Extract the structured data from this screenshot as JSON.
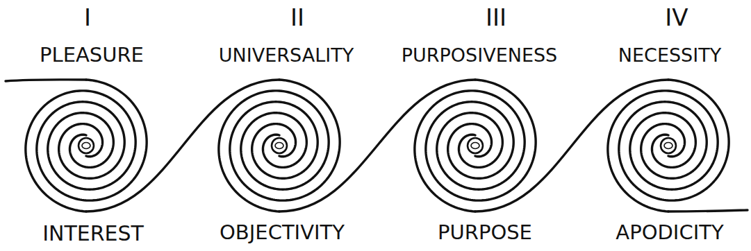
{
  "diagram": {
    "labels": [
      "I",
      "II",
      "III",
      "IV",
      "PLEASURE",
      "UNIVERSALITY",
      "PURPOSIVENESS",
      "NECESSITY",
      "INTEREST",
      "OBJECTIVITY",
      "PURPOSE",
      "APODICITY"
    ]
  }
}
